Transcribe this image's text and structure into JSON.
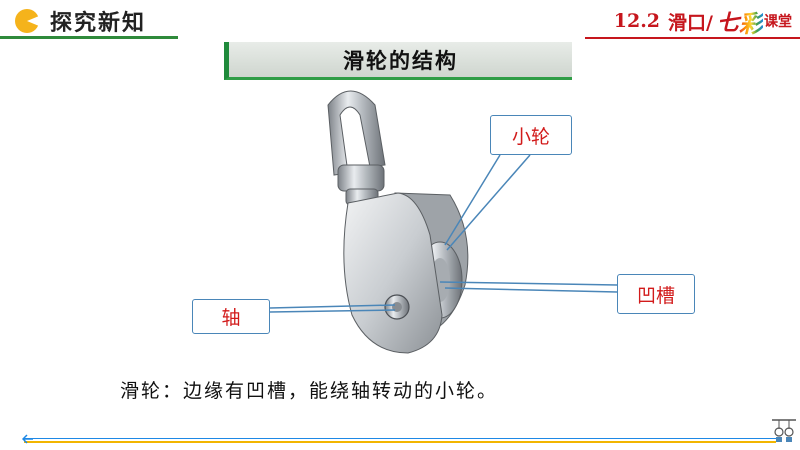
{
  "header": {
    "section_title": "探究新知",
    "lesson_number": "12.2",
    "lesson_name": "滑口/",
    "brand_qi": "七",
    "brand_cai": "彩",
    "brand_ketang": "课堂"
  },
  "banner": {
    "title": "滑轮的结构"
  },
  "labels": {
    "small_wheel": "小轮",
    "groove": "凹槽",
    "axle": "轴"
  },
  "caption": "滑轮：边缘有凹槽，能绕轴转动的小轮。",
  "colors": {
    "accent_green": "#2f8a3b",
    "accent_red": "#c6161d",
    "label_text": "#d21b1b",
    "label_border": "#4a86b8",
    "footer_blue": "#1e88e5",
    "footer_yellow": "#f2b500"
  },
  "icons": {
    "logo": "pie-icon",
    "footer": "pulley-icon",
    "footer_arrow": "arrow-left-icon"
  }
}
